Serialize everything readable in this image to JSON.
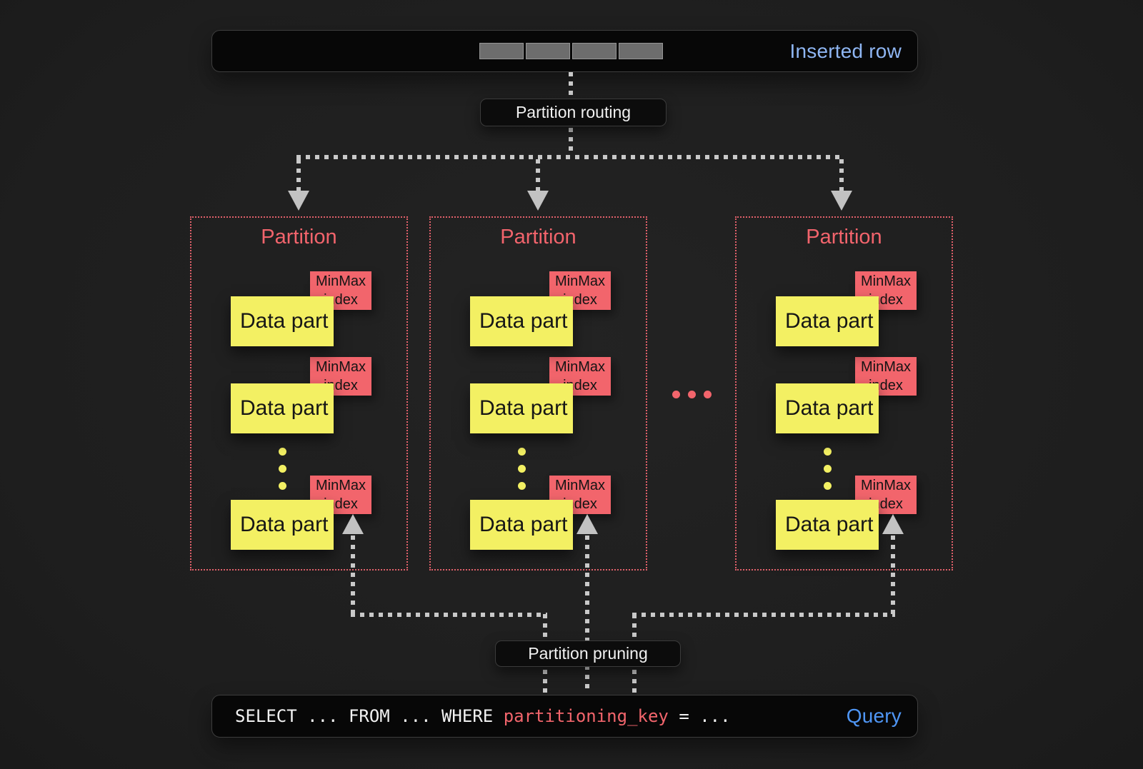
{
  "colors": {
    "background": "#1f1f1f",
    "panel_black": "#070707",
    "inserted_row_blue": "#8fb6f3",
    "query_blue": "#4f96f5",
    "salmon": "#f2656c",
    "yellow": "#f3f063",
    "dash_gray": "#c9c9c9",
    "cell_gray": "#6d6d6d"
  },
  "inserted_row": {
    "label": "Inserted row",
    "cells": 4
  },
  "routing": {
    "label": "Partition routing"
  },
  "pruning": {
    "label": "Partition pruning"
  },
  "partitions": [
    {
      "title": "Partition",
      "parts": [
        {
          "label": "Data part",
          "index_label": "MinMax index"
        },
        {
          "label": "Data part",
          "index_label": "MinMax index"
        },
        {
          "label": "Data part",
          "index_label": "MinMax index"
        }
      ]
    },
    {
      "title": "Partition",
      "parts": [
        {
          "label": "Data part",
          "index_label": "MinMax index"
        },
        {
          "label": "Data part",
          "index_label": "MinMax index"
        },
        {
          "label": "Data part",
          "index_label": "MinMax index"
        }
      ]
    },
    {
      "title": "Partition",
      "parts": [
        {
          "label": "Data part",
          "index_label": "MinMax index"
        },
        {
          "label": "Data part",
          "index_label": "MinMax index"
        },
        {
          "label": "Data part",
          "index_label": "MinMax index"
        }
      ]
    }
  ],
  "query": {
    "before": "SELECT ... FROM ... WHERE ",
    "key": "partitioning_key",
    "after": " = ...",
    "label": "Query"
  }
}
